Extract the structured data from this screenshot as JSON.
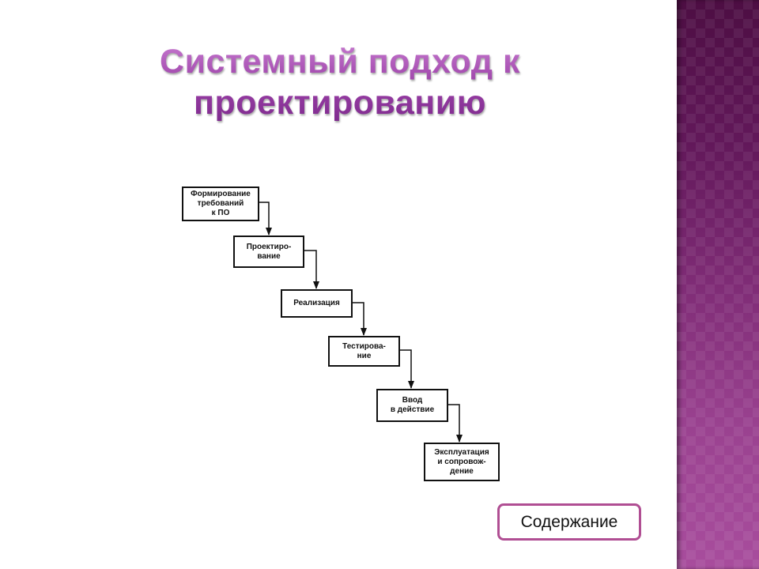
{
  "slide": {
    "title_line1": "Системный подход к",
    "title_line2": "проектированию"
  },
  "diagram": {
    "steps": [
      "Формирование\nтребований\nк ПО",
      "Проектиро-\nвание",
      "Реализация",
      "Тестирова-\nние",
      "Ввод\nв действие",
      "Эксплуатация\nи сопровож-\nдение"
    ]
  },
  "nav": {
    "contents_button": "Содержание"
  },
  "colors": {
    "sidebar_top": "#4d0e43",
    "sidebar_bottom": "#a84d9d",
    "title": "#9b45a8",
    "button_border": "#b04e93"
  }
}
